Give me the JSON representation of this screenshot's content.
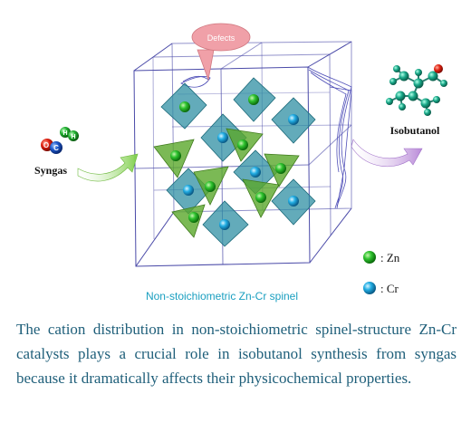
{
  "figure": {
    "callout": "Defects",
    "reactant_label": "Syngas",
    "product_label": "Isobutanol",
    "molecule_atoms": {
      "o": "O",
      "c": "C",
      "h1": "H",
      "h2": "H"
    },
    "structure_caption": "Non-stoichiometric Zn-Cr spinel",
    "legend": [
      {
        "label": ": Zn",
        "color": "#22b422"
      },
      {
        "label": ": Cr",
        "color": "#1ca3d8"
      }
    ]
  },
  "colors": {
    "zn_sphere": "#22b422",
    "cr_sphere": "#1ca3d8",
    "tetrahedron": "#5aa82a",
    "octahedron": "#2f8fa3",
    "frame": "#4a4aa8",
    "caption_text": "#1f5f7a",
    "callout_fill": "#f0a0a8"
  },
  "caption": "The cation distribution in non-stoichiometric spinel-structure Zn-Cr catalysts plays a crucial role in isobutanol synthesis from syngas because it dramatically affects their physicochemical properties."
}
